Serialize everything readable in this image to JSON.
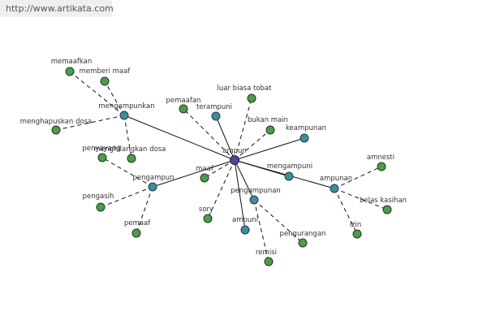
{
  "watermark": "http://www.artikata.com",
  "colors": {
    "leaf": "#4e9a4e",
    "hub": "#3f8c9a",
    "center": "#4a4a9a"
  },
  "center": "ampun",
  "hubs": [
    "mengampunkan",
    "terampuni",
    "keampunan",
    "mengampuni",
    "ampunan",
    "pengampunan",
    "ampuni",
    "pengampun"
  ],
  "leaves": [
    "memaafkan",
    "memberi maaf",
    "menghapuskan dosa",
    "pemaafan",
    "luar biasa tobat",
    "bukan main",
    "penyayang",
    "menghilangkan dosa",
    "maaf",
    "pengasih",
    "pemaaf",
    "sory",
    "amnesti",
    "belas kasihan",
    "izin",
    "pengurangan",
    "remisi"
  ]
}
